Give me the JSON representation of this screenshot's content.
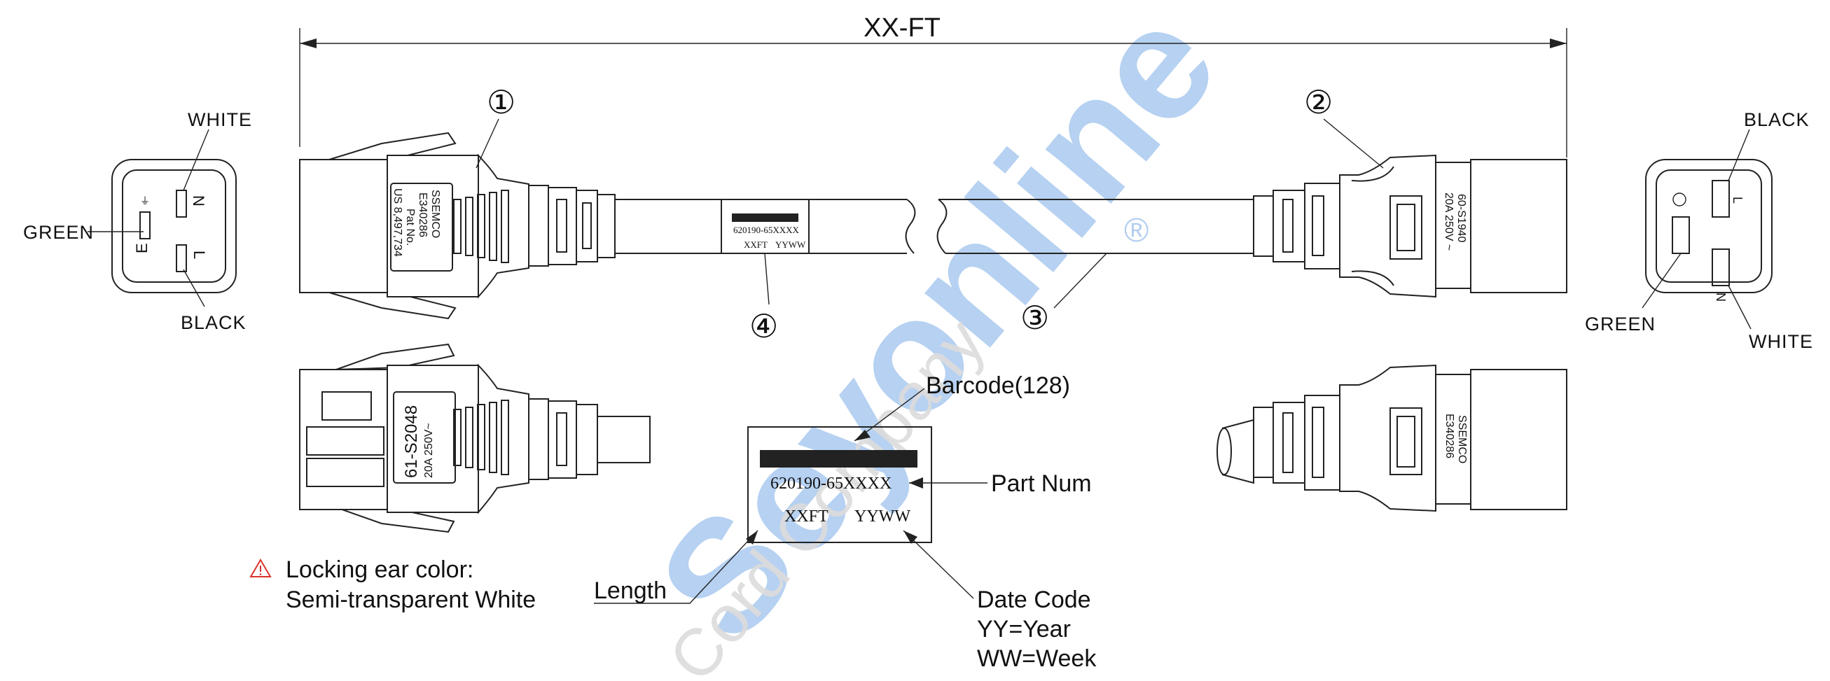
{
  "overall_length": "XX-FT",
  "callouts": {
    "c1": "①",
    "c2": "②",
    "c3": "③",
    "c4": "④"
  },
  "left_face": {
    "wire_top": "WHITE",
    "wire_left": "GREEN",
    "wire_bottom": "BLACK",
    "pin_n": "N",
    "pin_e": "E",
    "pin_l": "L"
  },
  "right_face": {
    "wire_top": "BLACK",
    "wire_left": "GREEN",
    "wire_bottom": "WHITE",
    "pin_l": "L",
    "pin_n": "N"
  },
  "plug1_mold": {
    "brand": "SSEMCO",
    "cert": "E340286",
    "pat_label": "Pat No.",
    "pat": "US 8,497,734"
  },
  "plug1_bottom": {
    "model": "61-S2048",
    "rating": "20A 250V~"
  },
  "plug2_mold": {
    "model": "60-S1940",
    "rating": "20A 250V ~"
  },
  "plug2_bottom": {
    "brand": "SSEMCO",
    "cert": "E340286"
  },
  "cable_label": {
    "part": "620190-65XXXX",
    "length": "XXFT",
    "date": "YYWW"
  },
  "label_detail": {
    "part": "620190-65XXXX",
    "length": "XXFT",
    "date": "YYWW",
    "barcode_note": "Barcode(128)",
    "part_note": "Part Num",
    "length_note": "Length",
    "date_note": "Date Code",
    "yy_note": "YY=Year",
    "ww_note": "WW=Week"
  },
  "warning": {
    "icon": "warning-triangle-icon",
    "line1": "Locking ear color:",
    "line2": "Semi-transparent White"
  },
  "watermark": {
    "text": "Seyonline",
    "subtext": "Cord Company",
    "registered": "®",
    "color": "#9fc3ee"
  },
  "colors": {
    "warning": "#d9342b",
    "ink": "#222222"
  }
}
